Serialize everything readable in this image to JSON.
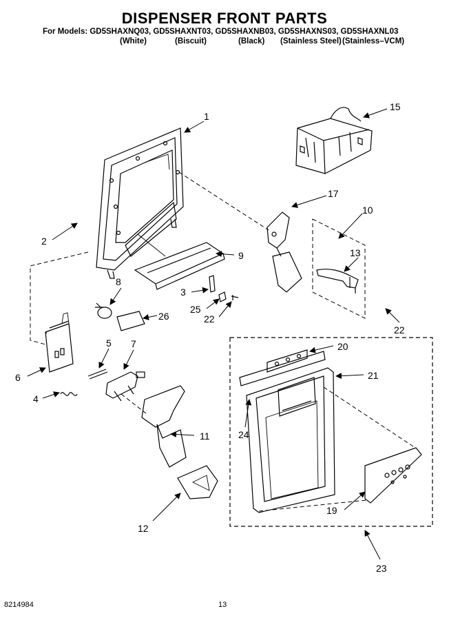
{
  "header": {
    "title": "DISPENSER FRONT PARTS",
    "models": "For Models: GD5SHAXNQ03, GD5SHAXNT03, GD5SHAXNB03, GD5SHAXNS03, GD5SHAXNL03",
    "variants": [
      "(White)",
      "(Biscuit)",
      "(Black)",
      "(Stainless Steel)",
      "(Stainless–VCM)"
    ]
  },
  "callouts": [
    "1",
    "2",
    "3",
    "4",
    "5",
    "6",
    "7",
    "8",
    "9",
    "10",
    "11",
    "12",
    "13",
    "15",
    "17",
    "19",
    "20",
    "21",
    "22",
    "22",
    "23",
    "24",
    "25",
    "26"
  ],
  "footer": {
    "doc_number": "8214984",
    "page_number": "13"
  }
}
